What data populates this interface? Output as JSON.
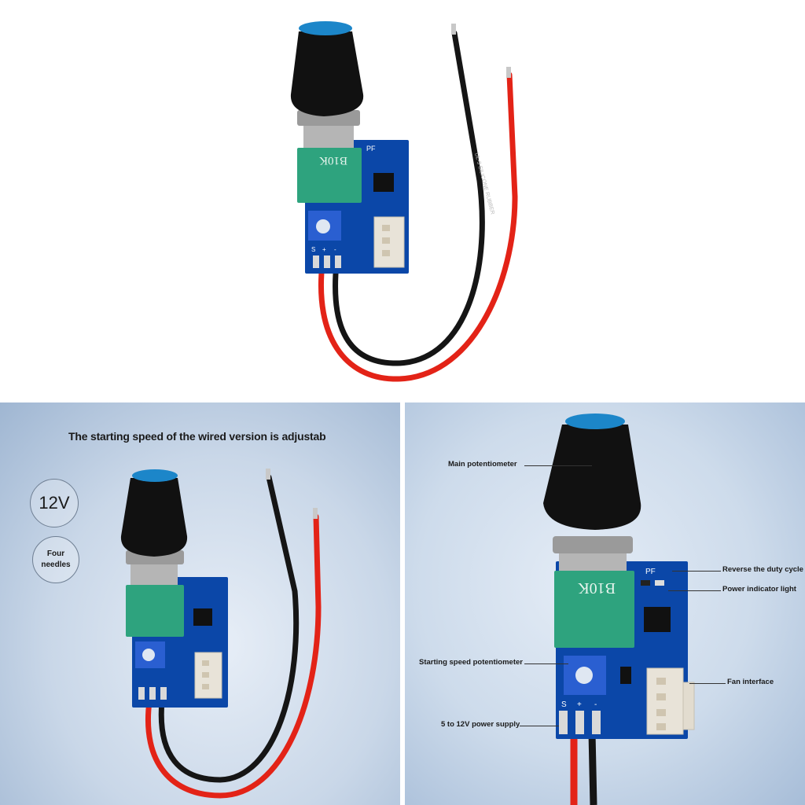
{
  "caption": "The starting speed of the wired version is adjustab",
  "badges": {
    "voltage": "12V",
    "needles": "Four needles"
  },
  "board_markings": {
    "pot_value": "B10K",
    "pf": "PF",
    "s": "S",
    "plus": "+",
    "minus": "-",
    "wire_print": "UL-3 SILICONE RUBBER"
  },
  "callouts": {
    "main_pot": "Main potentiometer",
    "reverse": "Reverse the duty cycle",
    "power_light": "Power indicator light",
    "start_pot": "Starting speed potentiometer",
    "fan": "Fan interface",
    "power_supply": "5 to 12V power supply"
  },
  "colors": {
    "pcb": "#0b47a8",
    "pot_body": "#2ea37e",
    "knob": "#111111",
    "knob_cap": "#1c86c9",
    "trimmer": "#2a5fd1",
    "wire_red": "#e32317",
    "wire_black": "#151515"
  }
}
